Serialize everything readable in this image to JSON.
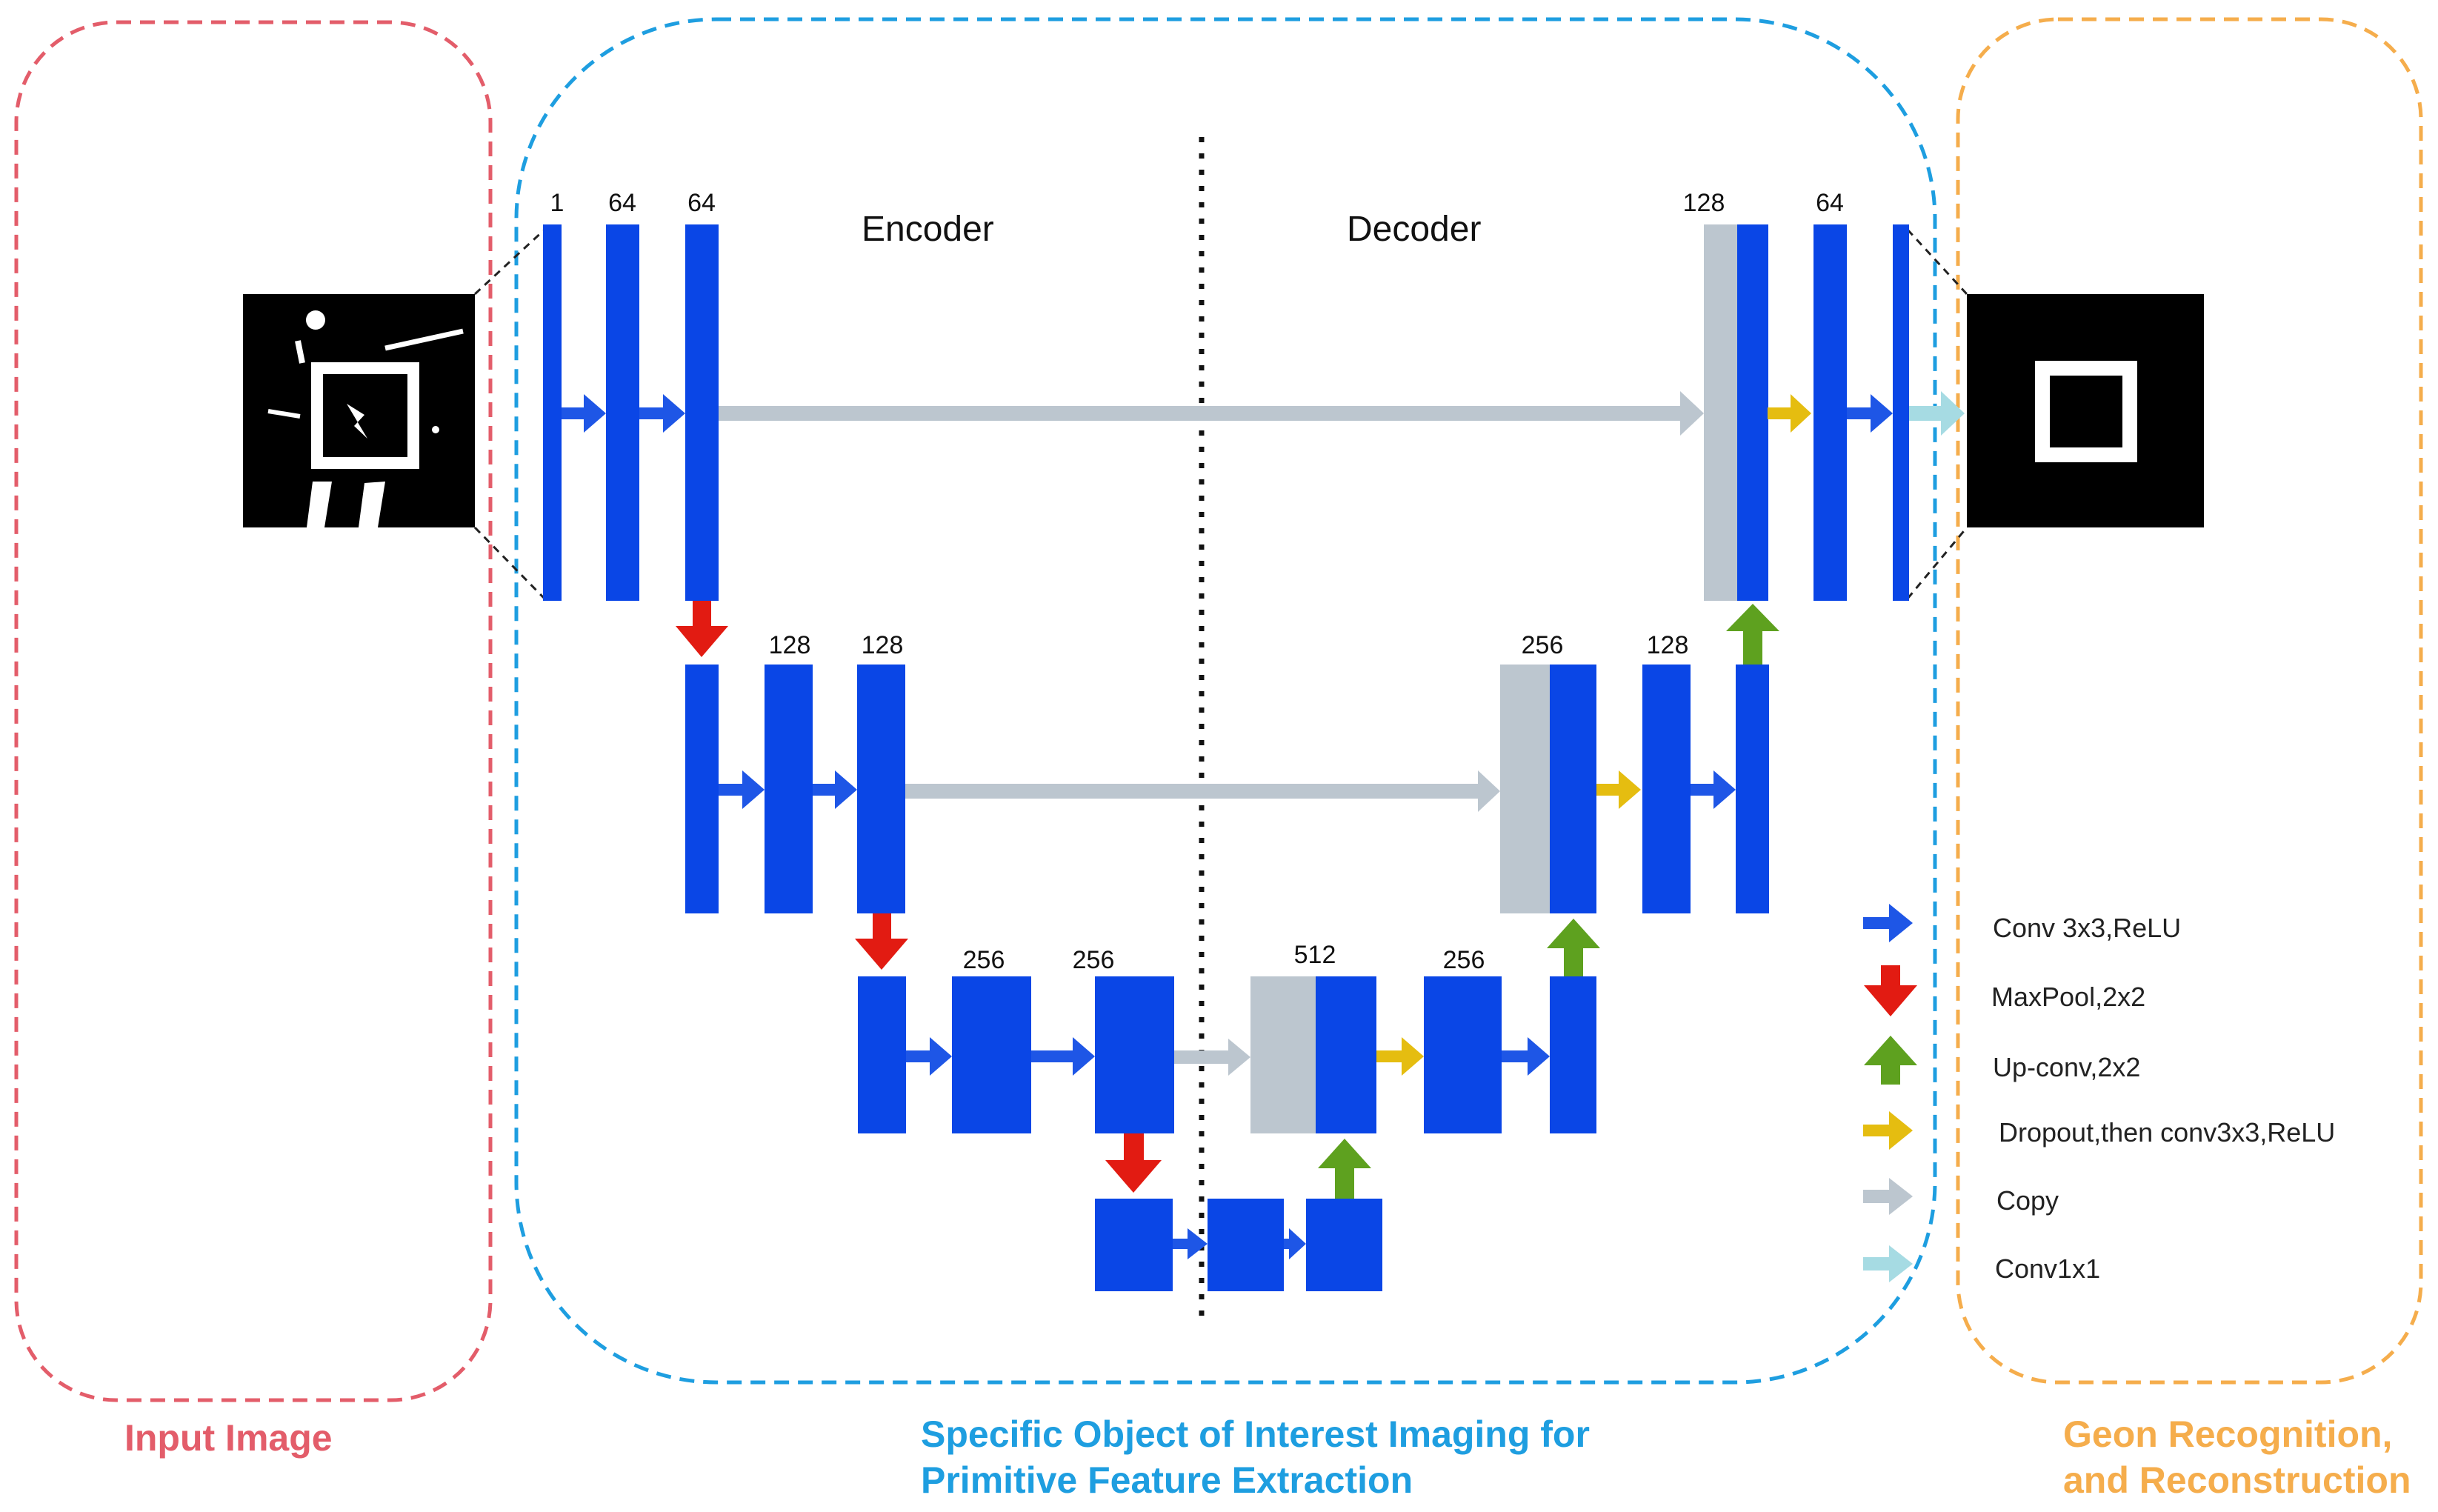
{
  "panels": {
    "input_label": "Input Image",
    "middle_label_line1": "Specific Object of Interest Imaging for",
    "middle_label_line2": "Primitive Feature Extraction",
    "output_label_line1": "Geon Recognition,",
    "output_label_line2": "and Reconstruction"
  },
  "sections": {
    "encoder": "Encoder",
    "decoder": "Decoder"
  },
  "channels": {
    "l1_in": "1",
    "l1_a": "64",
    "l1_b": "64",
    "l2_a": "128",
    "l2_b": "128",
    "l3_a": "256",
    "l3_b": "256",
    "bottom": "512",
    "d3": "256",
    "d2_cat": "256",
    "d2": "128",
    "d1_cat": "128",
    "d1": "64"
  },
  "legend": [
    {
      "label": "Conv 3x3,ReLU",
      "color": "#1e56e6",
      "icon": "arrow-right-icon"
    },
    {
      "label": "MaxPool,2x2",
      "color": "#e21b12",
      "icon": "arrow-down-icon"
    },
    {
      "label": "Up-conv,2x2",
      "color": "#5ea11f",
      "icon": "arrow-up-icon"
    },
    {
      "label": "Dropout,then conv3x3,ReLU",
      "color": "#e5bd10",
      "icon": "arrow-right-icon"
    },
    {
      "label": "Copy",
      "color": "#b9c5d0",
      "icon": "arrow-right-icon"
    },
    {
      "label": "Conv1x1",
      "color": "#a6dbe3",
      "icon": "arrow-right-icon"
    }
  ],
  "colors": {
    "feature_map": "#0a46e6",
    "copied_map": "#bcc6cf",
    "input_panel": "#e35d6a",
    "middle_panel": "#1e9ee0",
    "output_panel": "#f5ad4c"
  }
}
